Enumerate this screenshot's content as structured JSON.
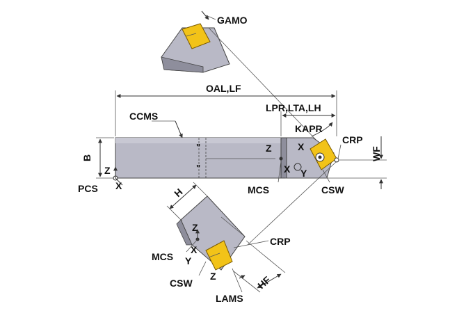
{
  "labels": {
    "gamo": "GAMO",
    "oal_lf": "OAL,LF",
    "lpr_lta_lh": "LPR,LTA,LH",
    "kapr": "KAPR",
    "ccms": "CCMS",
    "crp_top": "CRP",
    "wf": "WF",
    "b": "B",
    "z_left": "Z",
    "pcs": "PCS",
    "x_left": "X",
    "z_mid": "Z",
    "x_mid": "X",
    "mcs_mid": "MCS",
    "x_tip": "X",
    "y_tip": "Y",
    "csw_top": "CSW",
    "h": "H",
    "z_bottom": "Z",
    "crp_bottom": "CRP",
    "mcs_bottom": "MCS",
    "x_bottom": "X",
    "y_bottom": "Y",
    "csw_bottom": "CSW",
    "z_bottom2": "Z",
    "hf": "HF",
    "lams": "LAMS"
  },
  "colors": {
    "body_gray": "#b9b9c6",
    "body_dark": "#8e8e9c",
    "insert_yellow": "#f2c318",
    "insert_dark": "#c99a00"
  }
}
